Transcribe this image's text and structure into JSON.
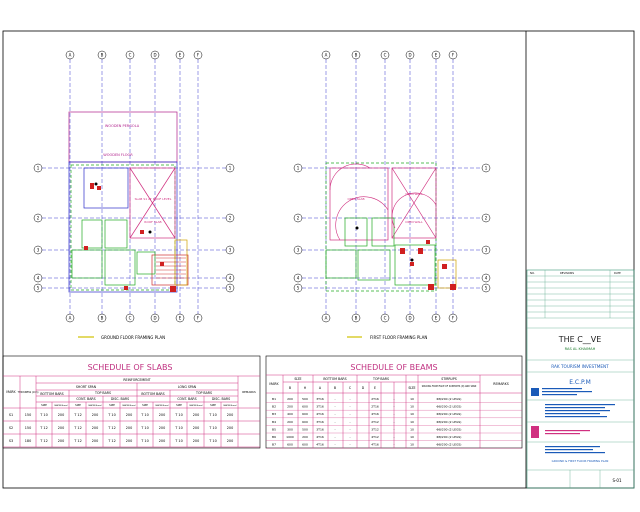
{
  "plans": {
    "ground": {
      "title": "GROUND FLOOR FRAMING PLAN",
      "labels": {
        "pergola": "WOODEN PERGOLA",
        "floor": "WOODEN FLOOR",
        "slab_s": "SLAB S1\nAT ROOF LEVEL",
        "roof": "ROOF SLAB"
      }
    },
    "first": {
      "title": "FIRST FLOOR FRAMING PLAN",
      "labels": {
        "open1": "OPEN SLAB",
        "open2": "OPEN WALL",
        "fall": "OPEN WALL"
      }
    },
    "column_grid": [
      "A",
      "B",
      "C",
      "D",
      "E",
      "F"
    ],
    "row_grid": [
      "1",
      "2",
      "3",
      "4",
      "5"
    ]
  },
  "slabs": {
    "title": "SCHEDULE OF SLABS",
    "head": {
      "mark": "MARK",
      "thk": "THICKNESS (mm)",
      "reinf": "REINFORCEMENT",
      "short": "SHORT SPAN",
      "long": "LONG SPAN",
      "bottom": "BOTTOM BARS",
      "top": "TOP BARS",
      "cont": "CONT. BARS",
      "disc": "DISC. BARS",
      "size": "SIZE",
      "spacing": "SPACING(mm)",
      "remarks": "REMARKS"
    },
    "rows": [
      [
        "S1",
        "150",
        "T 10",
        "200",
        "T 12",
        "200",
        "T 10",
        "200",
        "T 10",
        "200",
        "T 10",
        "200",
        "T 10",
        "200"
      ],
      [
        "S2",
        "150",
        "T 12",
        "200",
        "T 12",
        "200",
        "T 12",
        "200",
        "T 10",
        "200",
        "T 10",
        "200",
        "T 10",
        "200"
      ],
      [
        "S3",
        "180",
        "T 12",
        "200",
        "T 12",
        "200",
        "T 12",
        "200",
        "T 10",
        "200",
        "T 10",
        "200",
        "T 10",
        "200"
      ]
    ]
  },
  "beams": {
    "title": "SCHEDULE OF BEAMS",
    "head": {
      "mark": "MARK",
      "size": "SIZE",
      "b": "B",
      "h": "H",
      "bottom": "BOTTOM BARS",
      "top": "TOP BARS",
      "a": "A",
      "bb": "B",
      "c": "C",
      "d": "D",
      "e": "E",
      "stirrups": "STIRRUPS",
      "stsize": "SIZE",
      "spacing": "SPACING FROM FACE OF SUPPORTS (D) AND SPAN",
      "remarks": "REMARKS"
    },
    "rows": [
      [
        "B1",
        "200",
        "500",
        "3T16",
        "-",
        "-",
        "2T16",
        "-",
        "10",
        "Φ8/200 (2 LEGS)"
      ],
      [
        "B2",
        "200",
        "600",
        "3T16",
        "-",
        "-",
        "2T16",
        "-",
        "10",
        "Φ8/200 (2 LEGS)"
      ],
      [
        "B3",
        "400",
        "600",
        "4T16",
        "-",
        "-",
        "4T16",
        "-",
        "10",
        "Φ8/200 (2 LEGS)"
      ],
      [
        "B4",
        "200",
        "600",
        "3T16",
        "-",
        "-",
        "2T12",
        "-",
        "10",
        "Φ8/200 (2 LEGS)"
      ],
      [
        "B5",
        "300",
        "500",
        "3T16",
        "-",
        "-",
        "3T12",
        "-",
        "10",
        "Φ8/200 (2 LEGS)"
      ],
      [
        "B6",
        "1000",
        "200",
        "4T16",
        "-",
        "-",
        "4T12",
        "-",
        "10",
        "Φ8/200 (2 LEGS)"
      ],
      [
        "B7",
        "600",
        "600",
        "4T16",
        "-",
        "-",
        "4T16",
        "-",
        "10",
        "Φ8/200 (2 LEGS)"
      ]
    ]
  },
  "titleblock": {
    "rev_head": [
      "NO.",
      "REVISIONS",
      "DATE"
    ],
    "project_title": "THE C__VE",
    "project_sub": "RAS AL KHAIMAH",
    "client": "RAK TOURISM INVESTMENT",
    "consultant": "E.C.P.M",
    "drawing_title": "GROUND & FIRST FLOOR FRAMING PLAN",
    "sheet_no": "S-01"
  }
}
